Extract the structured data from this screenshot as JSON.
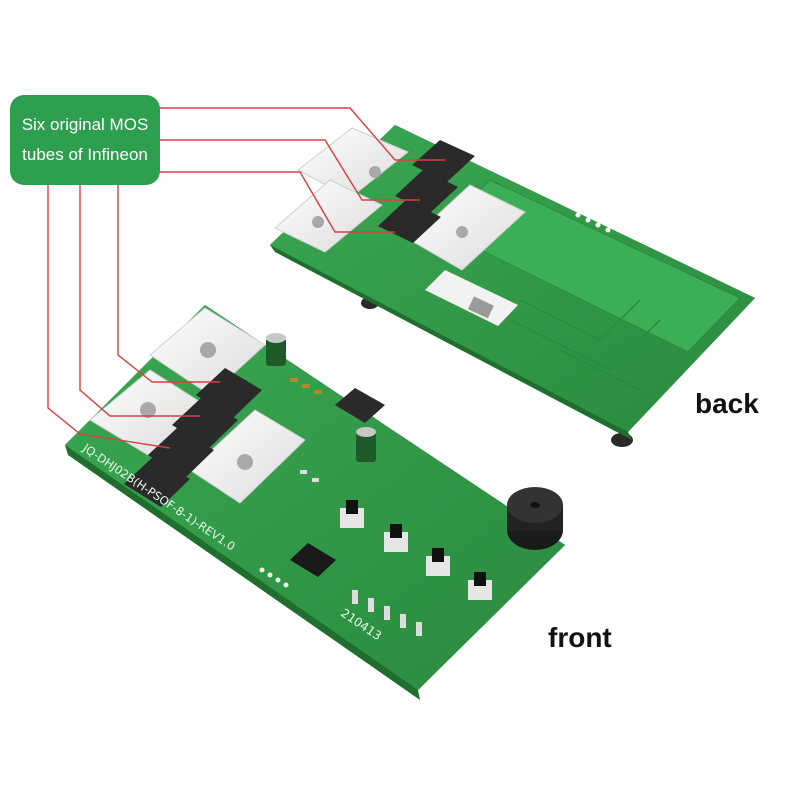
{
  "callout": {
    "line1": "Six original MOS",
    "line2": "tubes of Infineon"
  },
  "labels": {
    "back": "back",
    "front": "front"
  },
  "board_front": {
    "model_text": "JQ-DHJ02B(H-PSOF-8-1)-REV1.0",
    "date_code": "210413"
  },
  "colors": {
    "pcb_green": "#2f9a45",
    "callout_green": "#2e9e4f",
    "leader_line_red": "#d84040",
    "metal_plate": "#f4f4f4",
    "mosfet": "#2a2a2a"
  }
}
